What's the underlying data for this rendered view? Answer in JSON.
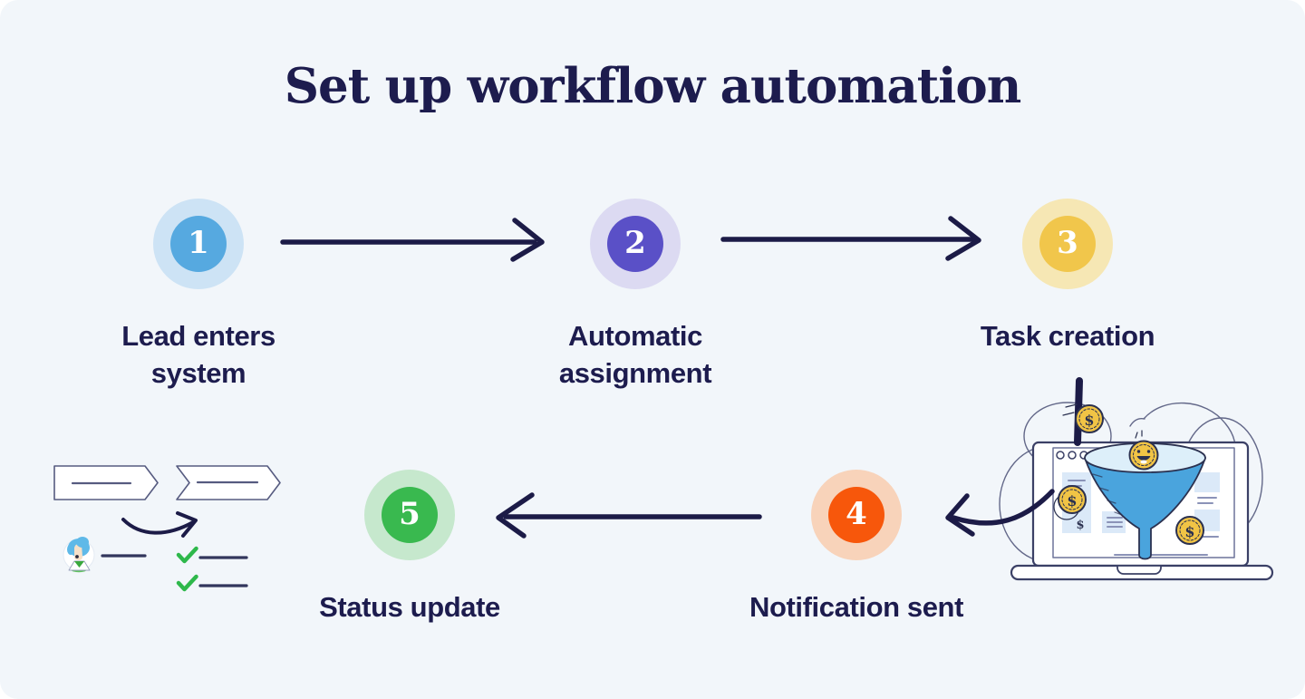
{
  "background": {
    "page": "#ffffff",
    "card": "#f2f6fa"
  },
  "title": {
    "text": "Set up workflow automation",
    "color": "#1d1c4e"
  },
  "steps": [
    {
      "number": "1",
      "label": "Lead enters\nsystem",
      "inner_color": "#56a9e0",
      "outer_color": "#cde3f5"
    },
    {
      "number": "2",
      "label": "Automatic\nassignment",
      "inner_color": "#5a50c7",
      "outer_color": "#dcdaf2"
    },
    {
      "number": "3",
      "label": "Task creation",
      "inner_color": "#f1c64b",
      "outer_color": "#f6e7b4"
    },
    {
      "number": "4",
      "label": "Notification sent",
      "inner_color": "#f7570b",
      "outer_color": "#f8d3ba"
    },
    {
      "number": "5",
      "label": "Status update",
      "inner_color": "#39b94f",
      "outer_color": "#c6e8cd"
    }
  ],
  "arrows": {
    "color": "#1c1b47"
  },
  "illustrations": {
    "funnel_laptop": {
      "icons": [
        "laptop-icon",
        "funnel-icon",
        "dollar-coin-icon",
        "smiley-coin-icon"
      ],
      "funnel_color": "#4aa4dd",
      "coin_color": "#f1c445"
    },
    "pipeline_checklist": {
      "icons": [
        "pipeline-stage-icon",
        "curved-arrow-icon",
        "avatar-icon",
        "checkmark-icon"
      ],
      "check_color": "#2eb84b"
    }
  }
}
